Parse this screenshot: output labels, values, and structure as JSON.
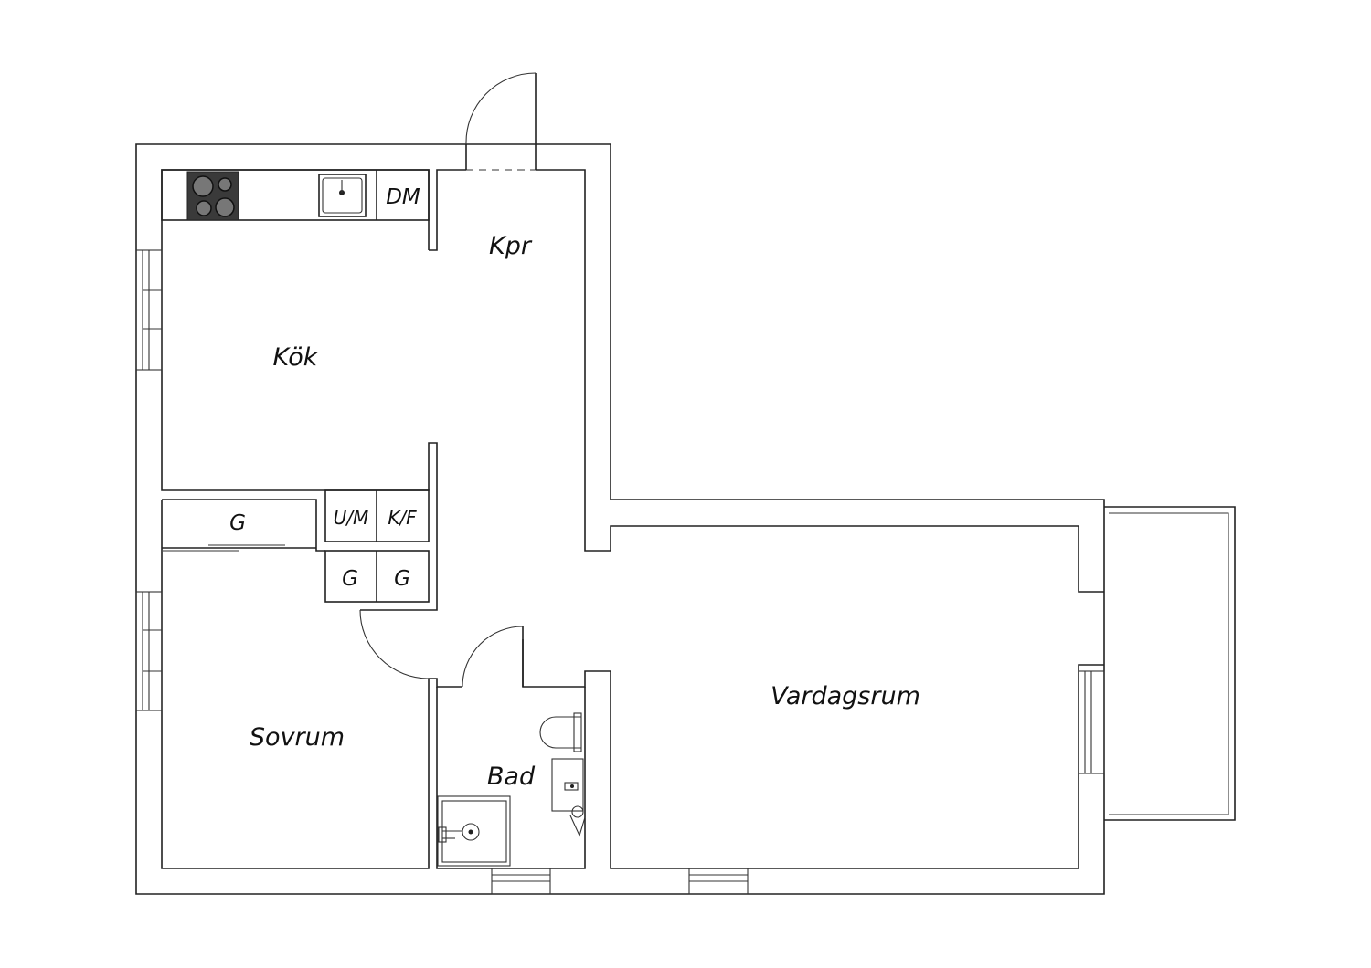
{
  "rooms": {
    "kok": "Kök",
    "kpr": "Kpr",
    "sovrum": "Sovrum",
    "bad": "Bad",
    "vardagsrum": "Vardagsrum"
  },
  "fixtures": {
    "dishwasher": "DM",
    "wardrobe_bedroom": "G",
    "washer_dryer": "U/M",
    "fridge_freezer": "K/F",
    "wardrobe_a": "G",
    "wardrobe_b": "G"
  },
  "colors": {
    "line": "#222222",
    "stove": "#3a3a3a",
    "background": "#ffffff"
  }
}
